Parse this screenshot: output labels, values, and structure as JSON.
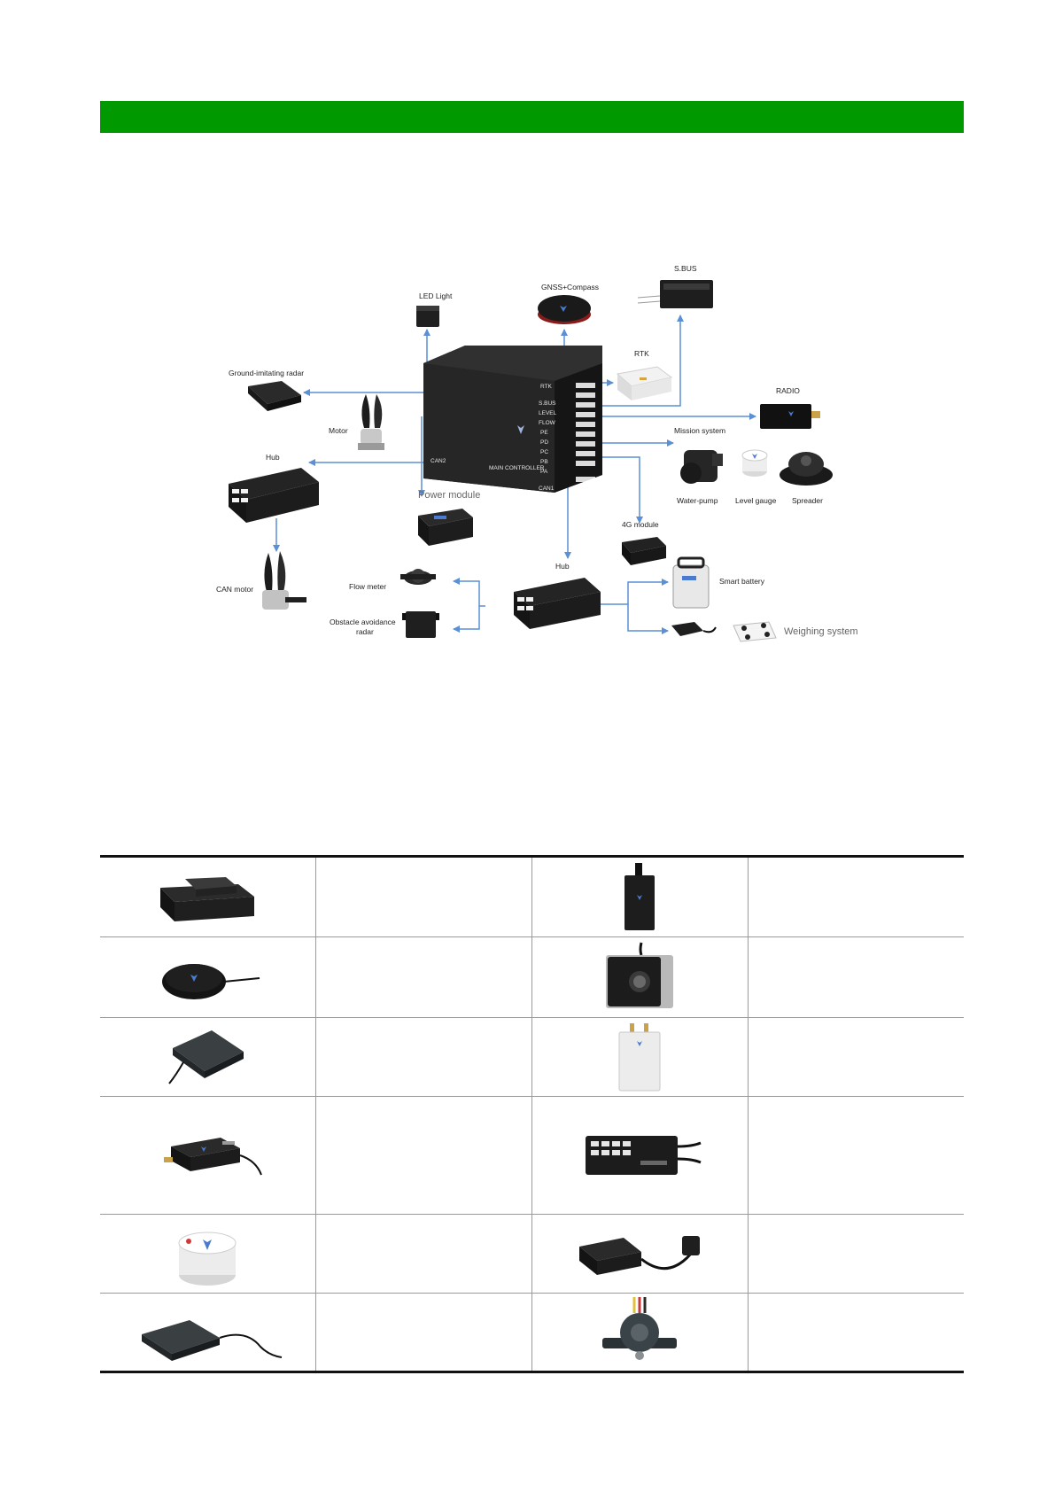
{
  "diagram": {
    "controller_label": "MAIN CONTROLLER",
    "ports_right": [
      "RTK",
      "S.BUS",
      "LEVEL",
      "FLOW",
      "PE",
      "PD",
      "PC",
      "PB",
      "PA",
      "CAN1"
    ],
    "ports_left_bottom": "CAN2",
    "labels": {
      "sbus": "S.BUS",
      "gnss": "GNSS+Compass",
      "led": "LED Light",
      "rtk": "RTK",
      "radio": "RADIO",
      "ground_radar": "Ground-imitating radar",
      "motor": "Motor",
      "mission": "Mission system",
      "hub_left": "Hub",
      "power": "Power module",
      "water_pump": "Water-pump",
      "level_gauge": "Level gauge",
      "spreader": "Spreader",
      "module_4g": "4G module",
      "can_motor": "CAN motor",
      "hub_bottom": "Hub",
      "smart_battery": "Smart battery",
      "flow_meter": "Flow meter",
      "obstacle_l1": "Obstacle avoidance",
      "obstacle_l2": "radar",
      "weighing": "Weighing system"
    }
  },
  "table": {
    "rows": [
      [
        {
          "icon": "main-controller-icon"
        },
        {
          "text": ""
        },
        {
          "icon": "led-light-icon"
        },
        {
          "text": ""
        }
      ],
      [
        {
          "icon": "gnss-compass-icon"
        },
        {
          "text": ""
        },
        {
          "icon": "camera-icon"
        },
        {
          "text": ""
        }
      ],
      [
        {
          "icon": "ground-radar-icon"
        },
        {
          "text": ""
        },
        {
          "icon": "rtk-module-icon"
        },
        {
          "text": ""
        }
      ],
      [
        {
          "icon": "radio-icon"
        },
        {
          "text": ""
        },
        {
          "icon": "hub-icon"
        },
        {
          "text": ""
        }
      ],
      [
        {
          "icon": "level-gauge-icon"
        },
        {
          "text": ""
        },
        {
          "icon": "weighing-module-icon"
        },
        {
          "text": ""
        }
      ],
      [
        {
          "icon": "obstacle-radar-icon"
        },
        {
          "text": ""
        },
        {
          "icon": "flow-meter-icon"
        },
        {
          "text": ""
        }
      ]
    ]
  }
}
